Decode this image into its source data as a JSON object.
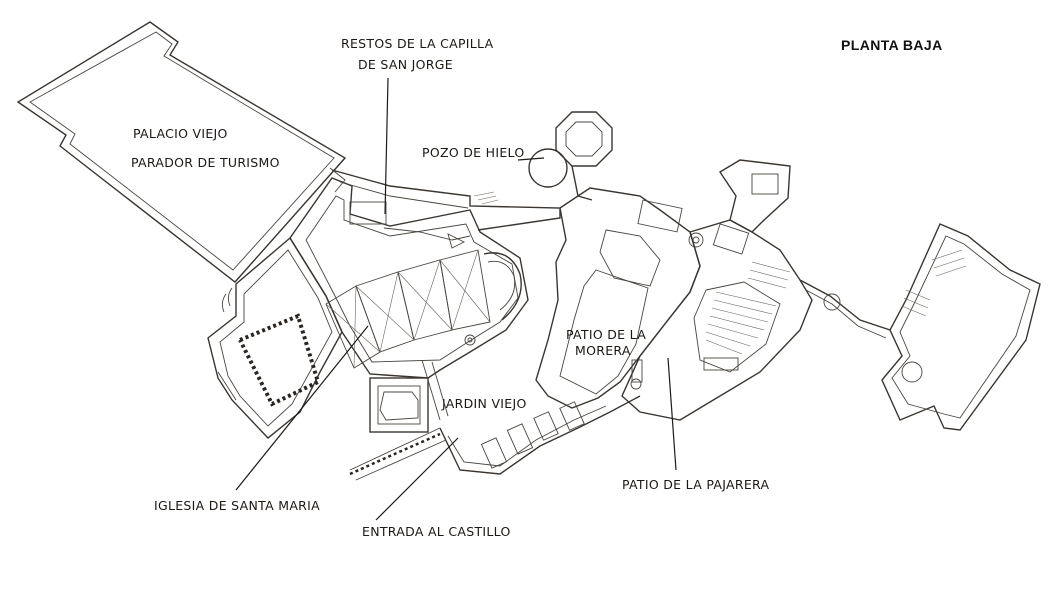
{
  "plan": {
    "title": "PLANTA BAJA",
    "labels": {
      "capilla_line1": "RESTOS DE LA CAPILLA",
      "capilla_line2": "DE SAN JORGE",
      "palacio_line1": "PALACIO VIEJO",
      "palacio_line2": "PARADOR DE TURISMO",
      "pozo": "POZO DE HIELO",
      "morera_line1": "PATIO DE LA",
      "morera_line2": "MORERA",
      "jardin": "JARDIN VIEJO",
      "pajarera": "PATIO DE LA PAJARERA",
      "iglesia": "IGLESIA DE SANTA MARIA",
      "entrada": "ENTRADA AL CASTILLO"
    }
  }
}
